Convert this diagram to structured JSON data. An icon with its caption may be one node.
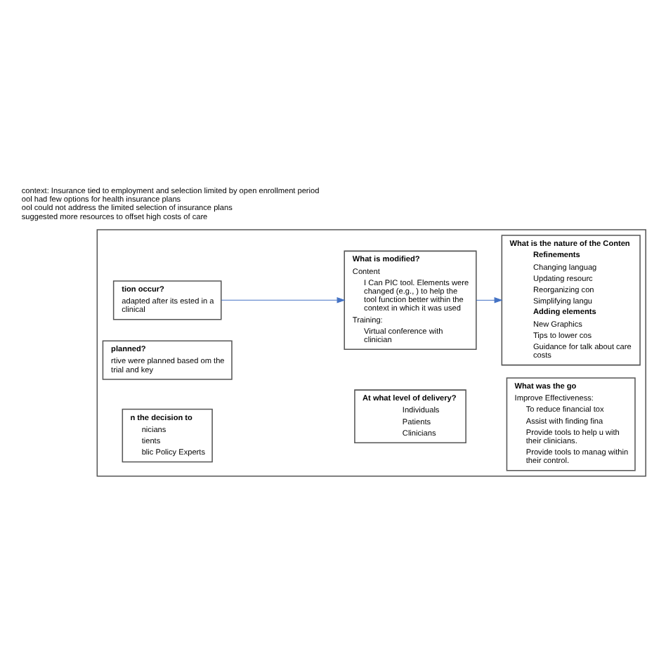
{
  "diagram": {
    "nodes": [
      {
        "text": [],
        "shape": "box"
      },
      {
        "text": [
          "tion occur?",
          "adapted after its ested in a clinical"
        ],
        "in": 0
      },
      {
        "text": [
          "planned?",
          "rtive were planned based om the trial and key"
        ],
        "in": 0
      },
      {
        "text": [
          "n the decision to",
          "nicians",
          "tients",
          "blic Policy Experts"
        ],
        "in": 0
      },
      {
        "text": [
          "What is modified?",
          "Content",
          "I Can PIC tool. Elements were changed (e.g., ) to help the tool function better within the context in which it was used",
          "Training:",
          "Virtual conference with clinician"
        ],
        "in": 0
      },
      {
        "text": [
          "At what level of delivery?",
          "Individuals",
          "Patients",
          "Clinicians"
        ],
        "in": 0
      },
      {
        "text": [
          "What is the nature of the Conten",
          "Refinements",
          "Changing languag",
          "Updating resourc",
          "Reorganizing con",
          "Simplifying langu",
          "Adding elements",
          "New Graphics",
          "Tips to lower cos",
          "Guidance for talk about care costs"
        ],
        "in": 0
      },
      {
        "text": [
          "What was the go",
          "Improve Effectiveness:",
          "To reduce financial tox",
          "Assist with finding fina",
          "Provide tools to help u with their clinicians.",
          "Provide tools to manag within their control."
        ],
        "in": 0
      }
    ],
    "edges": [
      {
        "from": 1,
        "to": 4,
        "arrow": "to"
      },
      {
        "from": 4,
        "to": 6,
        "arrow": "to"
      }
    ],
    "labels": [
      "context: Insurance tied to employment and selection limited by open enrollment period",
      "ool had few options for health insurance plans",
      "ool could not address the limited selection of insurance plans",
      "suggested more resources to offset high costs of care"
    ]
  }
}
